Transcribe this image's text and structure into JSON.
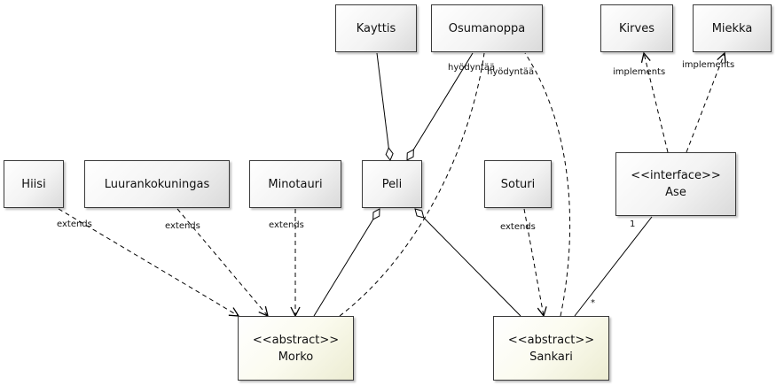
{
  "classes": {
    "kayttis": "Kayttis",
    "osumanoppa": "Osumanoppa",
    "kirves": "Kirves",
    "miekka": "Miekka",
    "hiisi": "Hiisi",
    "luurankokuningas": "Luurankokuningas",
    "minotauri": "Minotauri",
    "peli": "Peli",
    "soturi": "Soturi",
    "ase_stereotype": "<<interface>>",
    "ase_name": "Ase",
    "morko_stereotype": "<<abstract>>",
    "morko_name": "Morko",
    "sankari_stereotype": "<<abstract>>",
    "sankari_name": "Sankari"
  },
  "labels": {
    "hyodyntaa": "hyödyntää",
    "implements": "implements",
    "extends": "extends",
    "one": "1",
    "many": "*"
  },
  "colors": {
    "line": "#000000",
    "class_fill": "#f2f2f2",
    "abstract_fill": "#fbfbef"
  }
}
